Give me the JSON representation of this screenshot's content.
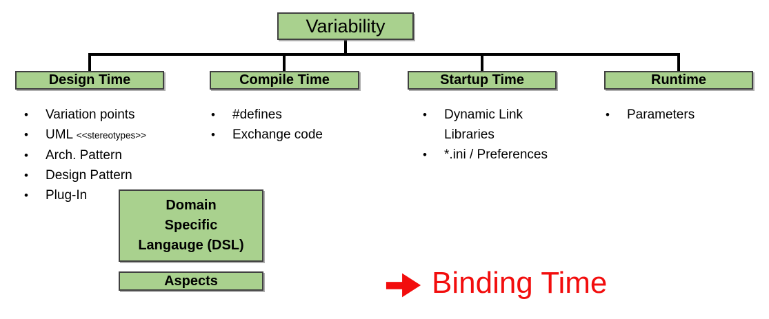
{
  "title_box": {
    "label": "Variability"
  },
  "branches": [
    {
      "header": "Design Time",
      "items": [
        {
          "bullet": "•",
          "text": "Variation points"
        },
        {
          "bullet": "•",
          "text": "UML",
          "small": "<<stereotypes>>"
        },
        {
          "bullet": "•",
          "text": "Arch. Pattern"
        },
        {
          "bullet": "•",
          "text": "Design Pattern"
        },
        {
          "bullet": "•",
          "text": "Plug-In"
        }
      ]
    },
    {
      "header": "Compile Time",
      "items": [
        {
          "bullet": "•",
          "text": "#defines"
        },
        {
          "bullet": "•",
          "text": "Exchange code"
        }
      ]
    },
    {
      "header": "Startup Time",
      "items": [
        {
          "bullet": "•",
          "text": "Dynamic Link Libraries"
        },
        {
          "bullet": "•",
          "text": "*.ini / Preferences"
        }
      ]
    },
    {
      "header": "Runtime",
      "items": [
        {
          "bullet": "•",
          "text": "Parameters"
        }
      ]
    }
  ],
  "sub_boxes": {
    "dsl": {
      "label": "Domain\nSpecific\nLangauge (DSL)"
    },
    "aspects": {
      "label": "Aspects"
    }
  },
  "annotation": {
    "icon": "red-right-arrow",
    "label": "Binding Time"
  },
  "colors": {
    "box_fill": "#a9d18e",
    "box_border": "#404040",
    "connector": "#000000",
    "accent_red": "#f20d0d",
    "text": "#000000"
  }
}
